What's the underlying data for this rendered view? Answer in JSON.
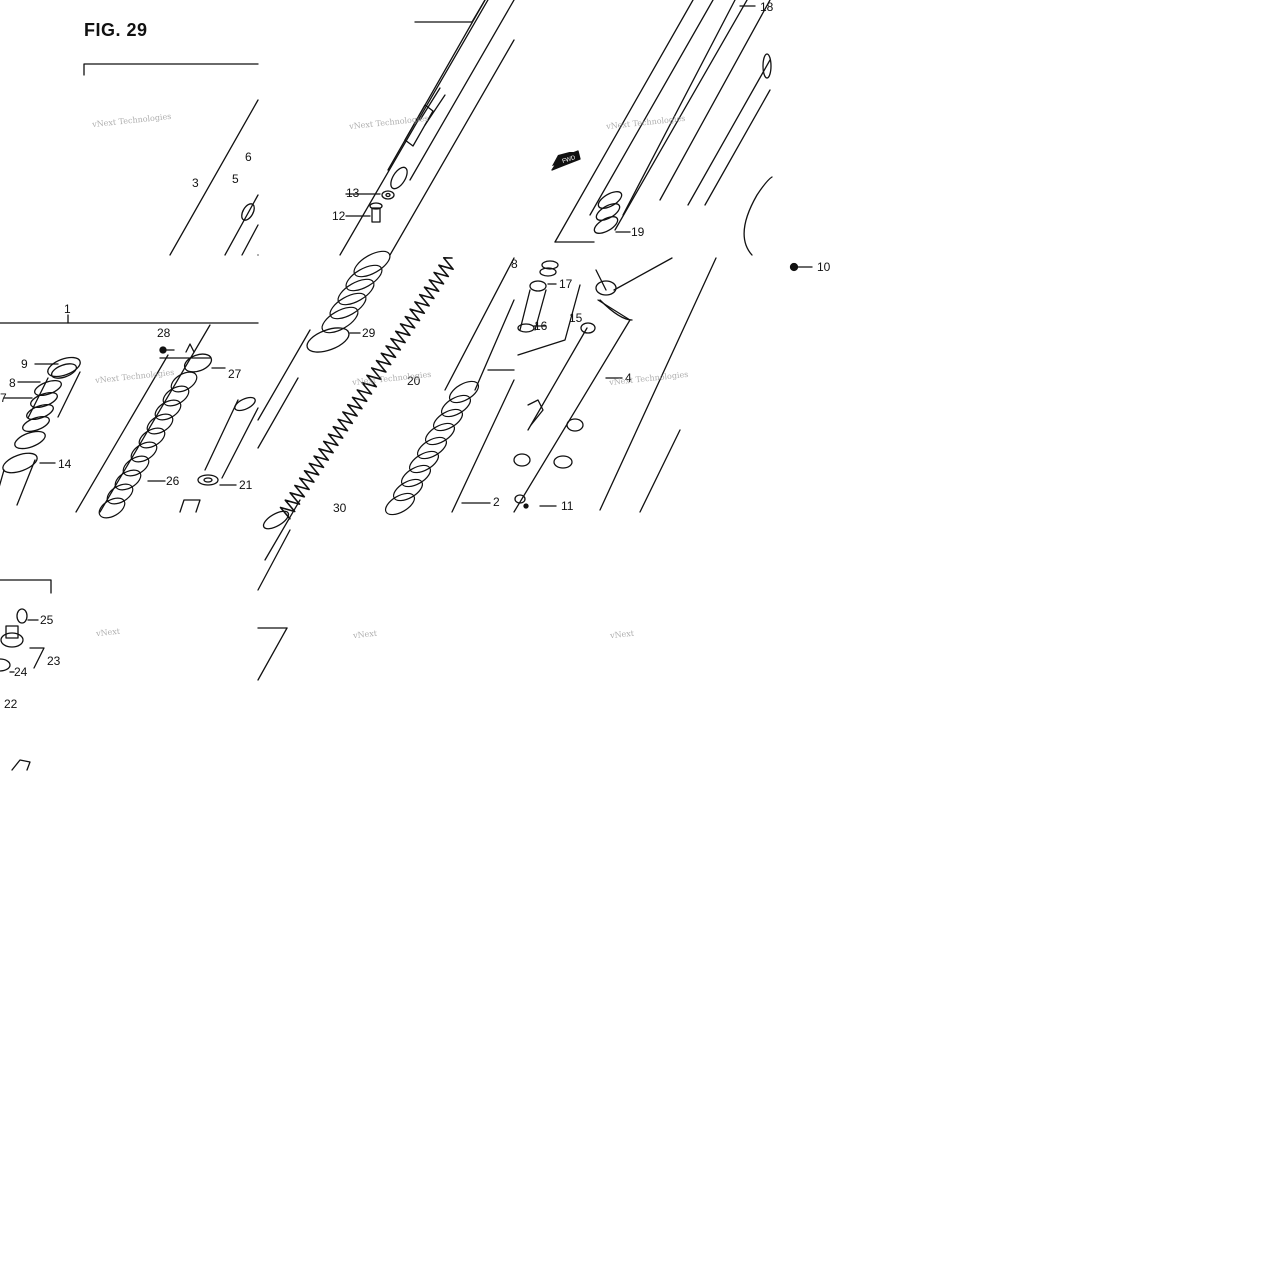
{
  "figure": {
    "title": "FIG. 29"
  },
  "fwd_badge": "FWD",
  "watermarks": [
    "vNext Technologies",
    "vNext Technologies",
    "vNext Technologies",
    "vNext Technologies",
    "vNext Technologies",
    "vNext Technologies",
    "vNext",
    "vNext",
    "vNext"
  ],
  "callouts": [
    {
      "id": "c1",
      "label": "1"
    },
    {
      "id": "c2",
      "label": "2"
    },
    {
      "id": "c3",
      "label": "3"
    },
    {
      "id": "c4",
      "label": "4"
    },
    {
      "id": "c5",
      "label": "5"
    },
    {
      "id": "c6",
      "label": "6"
    },
    {
      "id": "c7",
      "label": "7"
    },
    {
      "id": "c8",
      "label": "8"
    },
    {
      "id": "c9",
      "label": "9"
    },
    {
      "id": "c10",
      "label": "10"
    },
    {
      "id": "c11",
      "label": "11"
    },
    {
      "id": "c12",
      "label": "12"
    },
    {
      "id": "c13",
      "label": "13"
    },
    {
      "id": "c14",
      "label": "14"
    },
    {
      "id": "c15",
      "label": "15"
    },
    {
      "id": "c16",
      "label": "16"
    },
    {
      "id": "c17",
      "label": "17"
    },
    {
      "id": "c18",
      "label": "18"
    },
    {
      "id": "c19",
      "label": "19"
    },
    {
      "id": "c20",
      "label": "20"
    },
    {
      "id": "c21",
      "label": "21"
    },
    {
      "id": "c22",
      "label": "22"
    },
    {
      "id": "c23",
      "label": "23"
    },
    {
      "id": "c24",
      "label": "24"
    },
    {
      "id": "c25",
      "label": "25"
    },
    {
      "id": "c26",
      "label": "26"
    },
    {
      "id": "c27",
      "label": "27"
    },
    {
      "id": "c28",
      "label": "28"
    },
    {
      "id": "c29",
      "label": "29"
    },
    {
      "id": "c30",
      "label": "30"
    },
    {
      "id": "c8b",
      "label": "8"
    }
  ]
}
